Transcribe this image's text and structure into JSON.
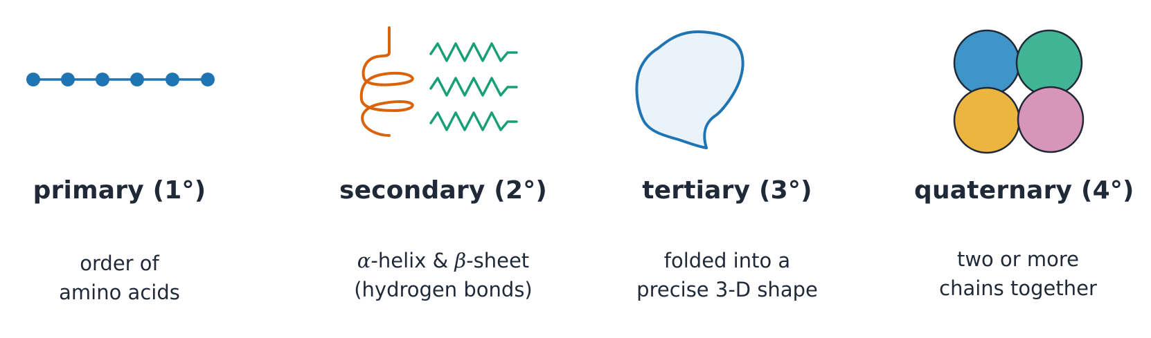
{
  "levels": [
    {
      "id": "primary",
      "title": "primary (1°)",
      "description": [
        "order of",
        "amino acids"
      ],
      "color": "#1f74b4"
    },
    {
      "id": "secondary",
      "title": "secondary (2°)",
      "description_line1": {
        "alpha": "α",
        "alpha_text": "-helix & ",
        "beta": "β",
        "beta_text": "-sheet"
      },
      "description_line2": "(hydrogen bonds)",
      "helix_color": "#d9620b",
      "sheet_color": "#17a077"
    },
    {
      "id": "tertiary",
      "title": "tertiary (3°)",
      "description": [
        "folded into a",
        "precise 3-D shape"
      ],
      "outline_color": "#1f74b4",
      "fill_color": "#eaf3fa"
    },
    {
      "id": "quaternary",
      "title": "quaternary (4°)",
      "description": [
        "two or more",
        "chains together"
      ],
      "subunit_colors": [
        "#3f94c8",
        "#41b495",
        "#ebb53f",
        "#d796b8"
      ],
      "outline_color": "#1f2937"
    }
  ]
}
